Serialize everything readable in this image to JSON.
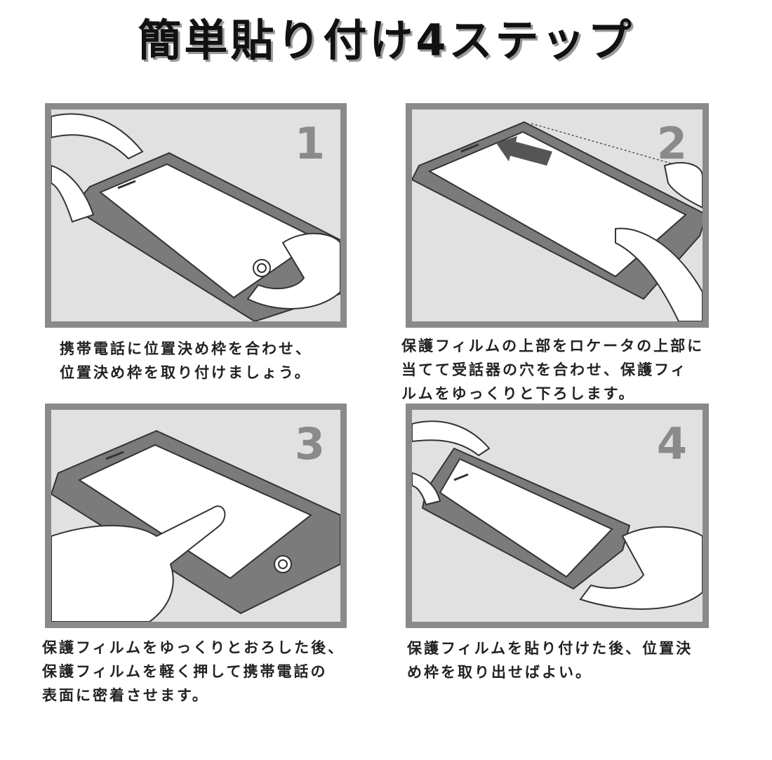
{
  "title": "簡単貼り付け4ステップ",
  "steps": [
    {
      "number": "1",
      "caption_lines": [
        "携帯電話に位置決め枠を合わせ、",
        "位置決め枠を取り付けましょう。"
      ]
    },
    {
      "number": "2",
      "caption_lines": [
        "保護フィルムの上部をロケータの上部に",
        "当てて受話器の穴を合わせ、保護フィ",
        "ルムをゆっくりと下ろします。"
      ]
    },
    {
      "number": "3",
      "caption_lines": [
        "保護フィルムをゆっくりとおろした後、",
        "保護フィルムを軽く押して携帯電話の",
        "表面に密着させます。"
      ]
    },
    {
      "number": "4",
      "caption_lines": [
        "保護フィルムを貼り付けた後、位置決",
        "め枠を取り出せばよい。"
      ]
    }
  ],
  "colors": {
    "panel_border": "#8a8a8a",
    "panel_background": "#e1e1e1",
    "phone_frame": "#7b7b7b",
    "text": "#222222"
  }
}
